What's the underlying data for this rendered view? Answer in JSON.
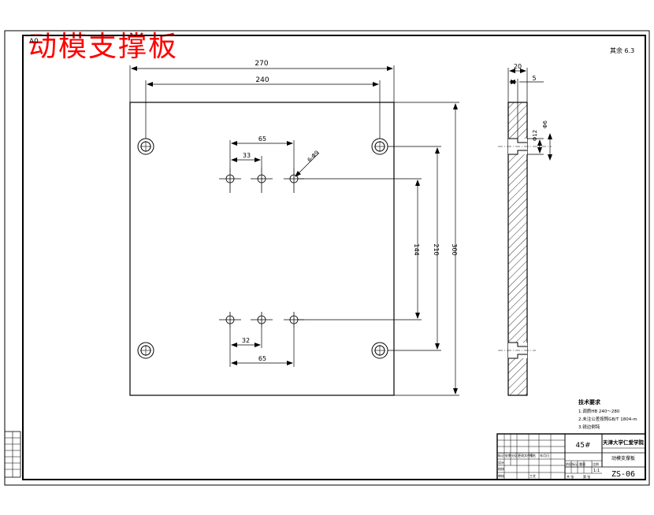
{
  "drawing_title": "动模支撑板",
  "sheet_size": "A0",
  "roughness_note": "其余 6.3",
  "dimensions": {
    "width_270": "270",
    "width_240": "240",
    "d65_top": "65",
    "d33": "33",
    "hole_callout": "6-Φ9",
    "v144": "144",
    "v210": "210",
    "v300": "300",
    "d32": "32",
    "d65_bottom": "65",
    "side_20": "20",
    "side_5": "5",
    "side_phi12": "Φ12",
    "side_phi6": "Φ6"
  },
  "tech_requirements": {
    "heading": "技术要求",
    "items": [
      "1.调质HB 240～280",
      "2.未注公差按照GB/T 1804-m",
      "3.锐边倒钝"
    ]
  },
  "title_block": {
    "material": "45#",
    "school": "天津大学仁爱学院",
    "part_name": "动模支撑板",
    "scale": "1:1",
    "drawing_number": "ZS-06",
    "header_cells": [
      "标记",
      "处数",
      "分区",
      "更改文件号",
      "签名",
      "年月日"
    ],
    "role_cells": [
      "设计",
      "校核",
      "审核",
      "工艺"
    ],
    "grid_cells": [
      "阶段标记",
      "重量",
      "比例"
    ],
    "sheet_cells": [
      "共 张",
      "第 张"
    ]
  }
}
